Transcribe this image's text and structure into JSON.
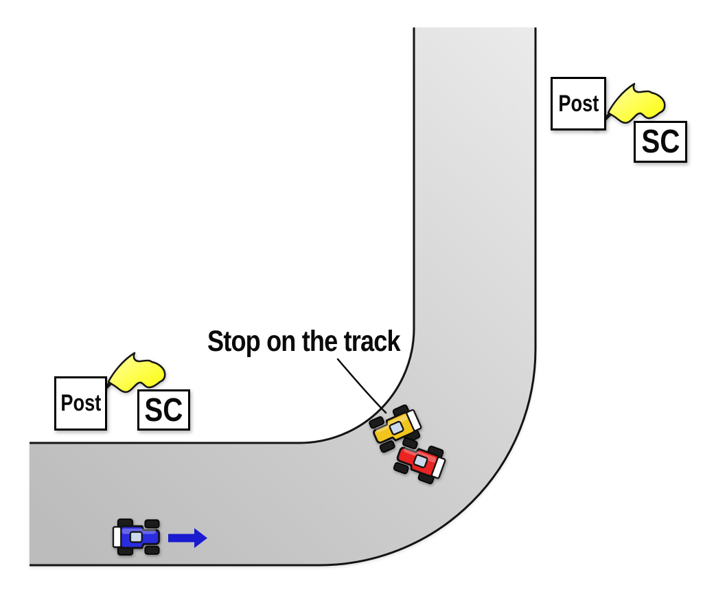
{
  "diagram": {
    "annotation": "Stop on the track"
  },
  "posts": {
    "approach": {
      "post_label": "Post",
      "flag_code": "SC"
    },
    "exit": {
      "post_label": "Post",
      "flag_code": "SC"
    }
  },
  "icons": {
    "flag": "yellow-waving-flag",
    "arrow": "right-direction-arrow",
    "cars": [
      "yellow-race-car",
      "red-race-car",
      "blue-race-car"
    ]
  },
  "colors": {
    "background": "#ffffff",
    "track_dark": "#bcbcbc",
    "track_mid": "#cfcfcf",
    "track_light": "#eaeaea",
    "track_edge": "#141414",
    "flag_yellow": "#fdfd2a",
    "flag_yellow_light": "#ffffa9",
    "car_yellow": "#f2c41e",
    "car_red": "#ea2323",
    "car_blue": "#2b2bdf",
    "cockpit": "#ccd9ea",
    "wing_white": "#ffffff",
    "wheel_black": "#1c1c1c",
    "arrow_blue": "#1a1ad0",
    "label_text": "#0a0a0a",
    "box_bg": "#ffffff",
    "box_border": "#000000"
  }
}
